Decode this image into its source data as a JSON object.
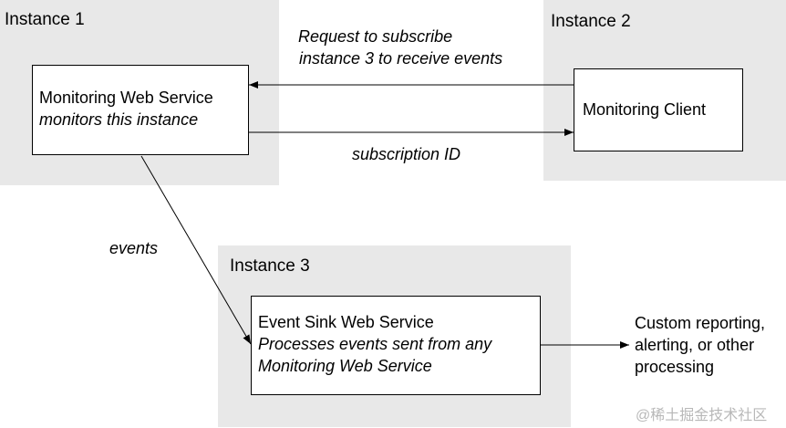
{
  "instance1": {
    "title": "Instance 1",
    "box": {
      "line1": "Monitoring Web Service",
      "line2": "monitors this instance"
    }
  },
  "instance2": {
    "title": "Instance 2",
    "box": {
      "line1": "Monitoring Client"
    }
  },
  "instance3": {
    "title": "Instance 3",
    "box": {
      "line1": "Event Sink Web Service",
      "line2": "Processes events sent from any",
      "line3": "Monitoring Web Service"
    }
  },
  "edges": {
    "request": {
      "line1": "Request to subscribe",
      "line2": "instance 3 to receive events"
    },
    "subscription": "subscription ID",
    "events": "events"
  },
  "output": {
    "line1": "Custom reporting,",
    "line2": "alerting, or other",
    "line3": "processing"
  },
  "watermark": "@稀土掘金技术社区",
  "colors": {
    "region_background": "#e8e8e8",
    "box_border": "#000000",
    "watermark": "#b8b8b8"
  }
}
